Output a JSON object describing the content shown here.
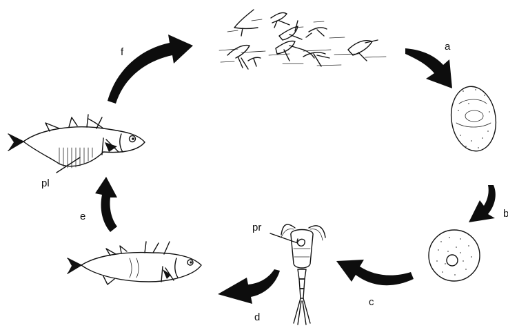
{
  "labels": {
    "a": "a",
    "b": "b",
    "c": "c",
    "d": "d",
    "e": "e",
    "f": "f",
    "pl": "pl",
    "pr": "pr"
  },
  "icons": {
    "birds": "seabird-flock-icon",
    "egg": "egg-icon",
    "coracidium": "coracidium-icon",
    "copepod": "copepod-icon",
    "fish_small": "stickleback-fish-icon",
    "fish_large": "infected-fish-icon"
  },
  "colors": {
    "ink": "#111111",
    "background": "#ffffff"
  }
}
